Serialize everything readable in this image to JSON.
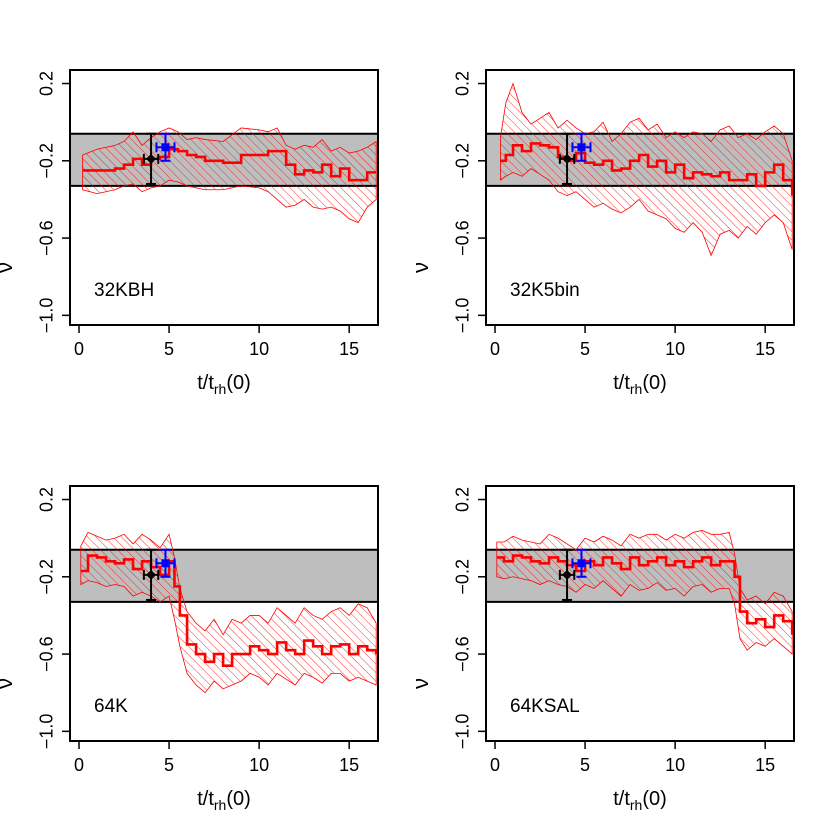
{
  "chart_data": [
    {
      "type": "line",
      "panel_label": "32KBH",
      "xlabel": "t/t",
      "xlabel_sub": "rh",
      "xlabel_suffix": "(0)",
      "ylabel": "ν",
      "xlim": [
        -0.5,
        16.6
      ],
      "ylim": [
        -1.05,
        0.27
      ],
      "xticks": [
        "0",
        "5",
        "10",
        "15"
      ],
      "yticks": [
        "−1.0",
        "−0.6",
        "−0.2",
        "0.2"
      ],
      "grey_band": [
        -0.33,
        -0.06
      ],
      "series": [
        {
          "x": [
            0.2,
            1,
            2,
            2.5,
            3,
            3.5,
            4,
            4.5,
            5,
            5.5,
            6,
            6.5,
            7,
            8,
            9,
            10,
            10.5,
            11,
            11.5,
            12,
            12.5,
            13,
            13.5,
            14,
            14.5,
            15,
            15.5,
            16,
            16.5
          ],
          "y": [
            -0.25,
            -0.25,
            -0.24,
            -0.22,
            -0.19,
            -0.22,
            -0.19,
            -0.18,
            -0.14,
            -0.15,
            -0.17,
            -0.18,
            -0.2,
            -0.21,
            -0.17,
            -0.17,
            -0.15,
            -0.15,
            -0.22,
            -0.27,
            -0.25,
            -0.26,
            -0.22,
            -0.28,
            -0.24,
            -0.3,
            -0.3,
            -0.26,
            -0.26
          ],
          "lo": [
            -0.35,
            -0.37,
            -0.35,
            -0.33,
            -0.32,
            -0.36,
            -0.34,
            -0.33,
            -0.3,
            -0.31,
            -0.33,
            -0.34,
            -0.35,
            -0.35,
            -0.33,
            -0.34,
            -0.36,
            -0.4,
            -0.44,
            -0.43,
            -0.4,
            -0.44,
            -0.45,
            -0.44,
            -0.46,
            -0.5,
            -0.52,
            -0.44,
            -0.4
          ],
          "hi": [
            -0.17,
            -0.14,
            -0.12,
            -0.1,
            -0.05,
            -0.12,
            -0.08,
            -0.05,
            -0.03,
            -0.05,
            -0.09,
            -0.08,
            -0.09,
            -0.1,
            -0.03,
            -0.04,
            -0.05,
            -0.03,
            -0.12,
            -0.14,
            -0.12,
            -0.13,
            -0.09,
            -0.15,
            -0.13,
            -0.16,
            -0.15,
            -0.13,
            -0.1
          ]
        }
      ],
      "points": [
        {
          "x": 4.0,
          "y": -0.19,
          "xerr": 0.4,
          "yerr_lo": 0.13,
          "yerr_hi": 0.13,
          "color": "#000000",
          "marker": "diamond"
        },
        {
          "x": 4.8,
          "y": -0.13,
          "xerr": 0.5,
          "yerr_lo": 0.07,
          "yerr_hi": 0.07,
          "color": "#0000ff",
          "marker": "square"
        }
      ]
    },
    {
      "type": "line",
      "panel_label": "32K5bin",
      "xlabel": "t/t",
      "xlabel_sub": "rh",
      "xlabel_suffix": "(0)",
      "ylabel": "ν",
      "xlim": [
        -0.5,
        16.6
      ],
      "ylim": [
        -1.05,
        0.27
      ],
      "xticks": [
        "0",
        "5",
        "10",
        "15"
      ],
      "yticks": [
        "−1.0",
        "−0.6",
        "−0.2",
        "0.2"
      ],
      "grey_band": [
        -0.33,
        -0.06
      ],
      "series": [
        {
          "x": [
            0.3,
            0.6,
            1,
            1.5,
            2,
            2.5,
            3,
            3.5,
            4,
            4.5,
            5,
            5.5,
            6,
            6.5,
            7,
            7.5,
            8,
            8.5,
            9,
            9.5,
            10,
            10.5,
            11,
            11.5,
            12,
            12.5,
            13,
            13.5,
            14,
            14.5,
            15,
            15.5,
            16,
            16.5
          ],
          "y": [
            -0.2,
            -0.17,
            -0.12,
            -0.15,
            -0.11,
            -0.12,
            -0.13,
            -0.18,
            -0.2,
            -0.16,
            -0.21,
            -0.22,
            -0.2,
            -0.25,
            -0.24,
            -0.2,
            -0.17,
            -0.23,
            -0.2,
            -0.26,
            -0.22,
            -0.29,
            -0.26,
            -0.27,
            -0.28,
            -0.26,
            -0.3,
            -0.3,
            -0.27,
            -0.33,
            -0.26,
            -0.22,
            -0.3,
            -0.38
          ],
          "lo": [
            -0.3,
            -0.28,
            -0.26,
            -0.28,
            -0.24,
            -0.27,
            -0.3,
            -0.36,
            -0.38,
            -0.36,
            -0.4,
            -0.44,
            -0.42,
            -0.45,
            -0.47,
            -0.44,
            -0.4,
            -0.46,
            -0.48,
            -0.5,
            -0.55,
            -0.57,
            -0.52,
            -0.57,
            -0.69,
            -0.58,
            -0.56,
            -0.6,
            -0.54,
            -0.58,
            -0.52,
            -0.48,
            -0.52,
            -0.66
          ],
          "hi": [
            -0.08,
            0.1,
            0.2,
            0.05,
            -0.01,
            0.02,
            0.05,
            -0.03,
            0.01,
            -0.03,
            -0.06,
            -0.05,
            0.0,
            -0.1,
            -0.06,
            0.0,
            0.02,
            -0.04,
            -0.01,
            -0.08,
            -0.05,
            -0.08,
            -0.05,
            -0.06,
            -0.1,
            -0.04,
            -0.02,
            -0.08,
            -0.06,
            -0.09,
            -0.05,
            -0.02,
            -0.06,
            -0.2
          ]
        }
      ],
      "points": [
        {
          "x": 4.0,
          "y": -0.19,
          "xerr": 0.4,
          "yerr_lo": 0.13,
          "yerr_hi": 0.13,
          "color": "#000000",
          "marker": "diamond"
        },
        {
          "x": 4.8,
          "y": -0.13,
          "xerr": 0.5,
          "yerr_lo": 0.07,
          "yerr_hi": 0.07,
          "color": "#0000ff",
          "marker": "square"
        }
      ]
    },
    {
      "type": "line",
      "panel_label": "64K",
      "xlabel": "t/t",
      "xlabel_sub": "rh",
      "xlabel_suffix": "(0)",
      "ylabel": "ν",
      "xlim": [
        -0.5,
        16.6
      ],
      "ylim": [
        -1.05,
        0.27
      ],
      "xticks": [
        "0",
        "5",
        "10",
        "15"
      ],
      "yticks": [
        "−1.0",
        "−0.6",
        "−0.2",
        "0.2"
      ],
      "grey_band": [
        -0.33,
        -0.06
      ],
      "series": [
        {
          "x": [
            0.1,
            0.5,
            1,
            1.5,
            2,
            2.5,
            3,
            3.5,
            4,
            4.5,
            5,
            5.3,
            5.6,
            6,
            6.5,
            7,
            7.5,
            8,
            8.5,
            9,
            9.5,
            10,
            10.5,
            11,
            11.5,
            12,
            12.5,
            13,
            13.5,
            14,
            14.5,
            15,
            15.5,
            16,
            16.5
          ],
          "y": [
            -0.17,
            -0.09,
            -0.1,
            -0.12,
            -0.13,
            -0.11,
            -0.16,
            -0.12,
            -0.15,
            -0.19,
            -0.12,
            -0.25,
            -0.4,
            -0.55,
            -0.6,
            -0.64,
            -0.6,
            -0.66,
            -0.6,
            -0.6,
            -0.56,
            -0.58,
            -0.6,
            -0.54,
            -0.58,
            -0.6,
            -0.53,
            -0.56,
            -0.6,
            -0.56,
            -0.55,
            -0.6,
            -0.56,
            -0.58,
            -0.6
          ],
          "lo": [
            -0.24,
            -0.22,
            -0.23,
            -0.25,
            -0.24,
            -0.25,
            -0.3,
            -0.28,
            -0.3,
            -0.33,
            -0.3,
            -0.42,
            -0.56,
            -0.7,
            -0.76,
            -0.8,
            -0.74,
            -0.78,
            -0.76,
            -0.74,
            -0.7,
            -0.72,
            -0.76,
            -0.7,
            -0.73,
            -0.76,
            -0.7,
            -0.72,
            -0.75,
            -0.7,
            -0.7,
            -0.74,
            -0.72,
            -0.74,
            -0.76
          ],
          "hi": [
            -0.04,
            0.03,
            0.01,
            -0.01,
            0.0,
            0.02,
            -0.03,
            0.02,
            -0.01,
            -0.05,
            0.02,
            -0.1,
            -0.26,
            -0.38,
            -0.44,
            -0.48,
            -0.42,
            -0.5,
            -0.42,
            -0.44,
            -0.4,
            -0.4,
            -0.44,
            -0.36,
            -0.4,
            -0.44,
            -0.36,
            -0.4,
            -0.42,
            -0.38,
            -0.36,
            -0.4,
            -0.34,
            -0.36,
            -0.44
          ]
        }
      ],
      "points": [
        {
          "x": 4.0,
          "y": -0.19,
          "xerr": 0.4,
          "yerr_lo": 0.13,
          "yerr_hi": 0.13,
          "color": "#000000",
          "marker": "diamond"
        },
        {
          "x": 4.8,
          "y": -0.13,
          "xerr": 0.5,
          "yerr_lo": 0.07,
          "yerr_hi": 0.07,
          "color": "#0000ff",
          "marker": "square"
        }
      ]
    },
    {
      "type": "line",
      "panel_label": "64KSAL",
      "xlabel": "t/t",
      "xlabel_sub": "rh",
      "xlabel_suffix": "(0)",
      "ylabel": "ν",
      "xlim": [
        -0.5,
        16.6
      ],
      "ylim": [
        -1.05,
        0.27
      ],
      "xticks": [
        "0",
        "5",
        "10",
        "15"
      ],
      "yticks": [
        "−1.0",
        "−0.6",
        "−0.2",
        "0.2"
      ],
      "grey_band": [
        -0.33,
        -0.06
      ],
      "series": [
        {
          "x": [
            0.1,
            0.5,
            1,
            1.5,
            2,
            2.5,
            3,
            3.5,
            4,
            4.5,
            5,
            5.5,
            6,
            6.5,
            7,
            7.5,
            8,
            8.5,
            9,
            9.5,
            10,
            10.5,
            11,
            11.5,
            12,
            12.5,
            13,
            13.3,
            13.6,
            14,
            14.5,
            15,
            15.5,
            16,
            16.5
          ],
          "y": [
            -0.1,
            -0.12,
            -0.09,
            -0.1,
            -0.12,
            -0.13,
            -0.1,
            -0.12,
            -0.14,
            -0.17,
            -0.12,
            -0.14,
            -0.1,
            -0.13,
            -0.16,
            -0.1,
            -0.14,
            -0.12,
            -0.1,
            -0.14,
            -0.12,
            -0.15,
            -0.12,
            -0.1,
            -0.14,
            -0.12,
            -0.12,
            -0.2,
            -0.38,
            -0.44,
            -0.42,
            -0.46,
            -0.4,
            -0.43,
            -0.5
          ],
          "lo": [
            -0.2,
            -0.21,
            -0.2,
            -0.21,
            -0.22,
            -0.24,
            -0.22,
            -0.24,
            -0.25,
            -0.28,
            -0.24,
            -0.26,
            -0.22,
            -0.26,
            -0.3,
            -0.24,
            -0.27,
            -0.26,
            -0.23,
            -0.27,
            -0.26,
            -0.3,
            -0.25,
            -0.24,
            -0.28,
            -0.26,
            -0.26,
            -0.34,
            -0.52,
            -0.58,
            -0.54,
            -0.56,
            -0.52,
            -0.56,
            -0.6
          ],
          "hi": [
            -0.02,
            -0.02,
            0.01,
            -0.01,
            -0.02,
            -0.03,
            0.02,
            0.0,
            -0.03,
            -0.06,
            0.0,
            -0.02,
            0.01,
            -0.01,
            -0.04,
            0.02,
            0.0,
            0.02,
            0.02,
            -0.01,
            0.02,
            0.0,
            0.03,
            0.04,
            0.02,
            0.02,
            0.03,
            -0.08,
            -0.26,
            -0.32,
            -0.3,
            -0.34,
            -0.28,
            -0.3,
            -0.38
          ]
        }
      ],
      "points": [
        {
          "x": 4.0,
          "y": -0.19,
          "xerr": 0.4,
          "yerr_lo": 0.13,
          "yerr_hi": 0.13,
          "color": "#000000",
          "marker": "diamond"
        },
        {
          "x": 4.8,
          "y": -0.13,
          "xerr": 0.5,
          "yerr_lo": 0.07,
          "yerr_hi": 0.07,
          "color": "#0000ff",
          "marker": "square"
        }
      ]
    }
  ],
  "colors": {
    "series_line": "#ff0000",
    "hatch": "#ff0000",
    "band_fill": "#bebebe",
    "axis": "#000000",
    "point_black": "#000000",
    "point_blue": "#0000ff"
  }
}
